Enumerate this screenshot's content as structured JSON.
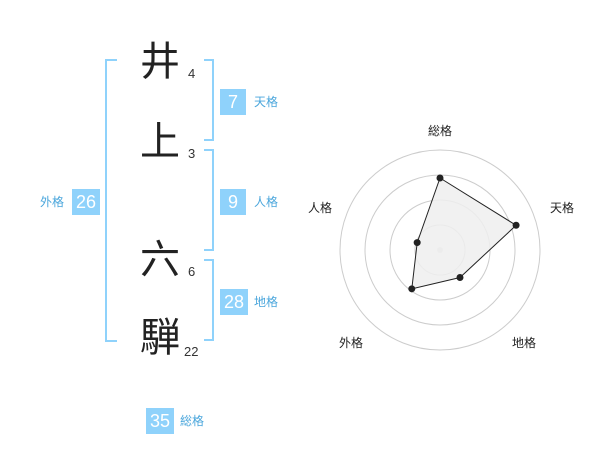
{
  "name_chars": [
    {
      "char": "井",
      "strokes": "4"
    },
    {
      "char": "上",
      "strokes": "3"
    },
    {
      "char": "六",
      "strokes": "6"
    },
    {
      "char": "騨",
      "strokes": "22"
    }
  ],
  "fortunes": {
    "tenkaku": {
      "label": "天格",
      "value": "7"
    },
    "jinkaku": {
      "label": "人格",
      "value": "9"
    },
    "chikaku": {
      "label": "地格",
      "value": "28"
    },
    "gaikaku": {
      "label": "外格",
      "value": "26"
    },
    "soukaku": {
      "label": "総格",
      "value": "35"
    }
  },
  "colors": {
    "accent": "#8fd2fb",
    "label_text": "#4aa6dc"
  },
  "chart_data": {
    "type": "radar",
    "axes": [
      "総格",
      "天格",
      "地格",
      "外格",
      "人格"
    ],
    "values": [
      3.6,
      4.0,
      1.7,
      2.4,
      1.2
    ],
    "scale_max": 5,
    "rings": 4,
    "fill": "#eeeeee",
    "point_color": "#222222"
  }
}
